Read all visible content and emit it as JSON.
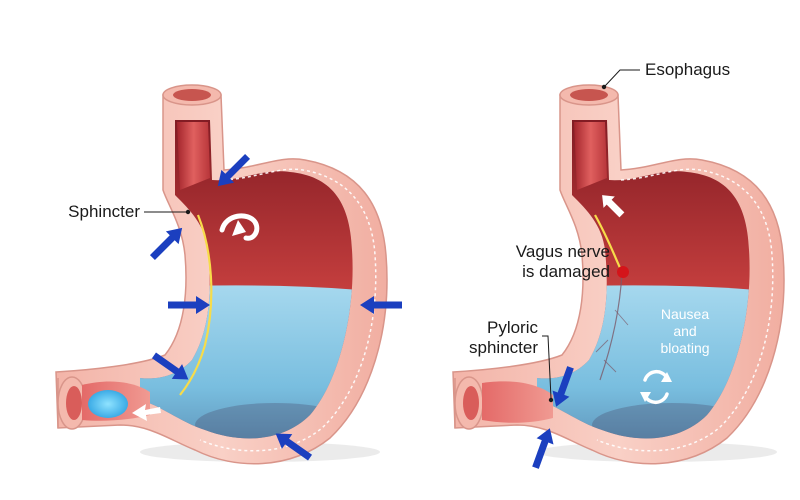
{
  "labels": {
    "sphincter": "Sphincter",
    "esophagus": "Esophagus",
    "vagus_line1": "Vagus nerve",
    "vagus_line2": "is damaged",
    "pyloric_line1": "Pyloric",
    "pyloric_line2": "sphincter",
    "inner_line1": "Nausea",
    "inner_line2": "and",
    "inner_line3": "bloating"
  },
  "colors": {
    "wall": "#f6c2b6",
    "wall_edge": "#d9958a",
    "inner_red": "#e46664",
    "inner_dark": "#8a1c24",
    "fluid": "#7fc2e0",
    "fluid_deep": "#5aa7cf",
    "arrow_blue": "#1b3fbf",
    "nerve": "#f7dc4a",
    "nerve_damage": "#d4141a"
  },
  "icons": {
    "pressure_arrows": "arrow-icon",
    "reflux_swirl": "curved-arrow-icon",
    "mixing": "recycle-arrows-icon",
    "food_bolus": "blue-bolus",
    "damage_marker": "red-dot"
  }
}
